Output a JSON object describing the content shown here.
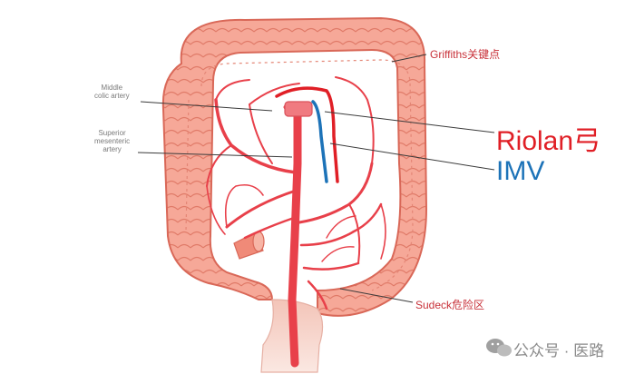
{
  "labels": {
    "middle_colic": [
      "Middle",
      "colic artery"
    ],
    "superior_mesenteric": [
      "Superior",
      "mesenteric",
      "artery"
    ],
    "griffiths": "Griffiths关键点",
    "riolan": "Riolan弓",
    "imv": "IMV",
    "sudeck": "Sudeck危险区"
  },
  "watermark": {
    "text": "公众号 · 医路",
    "icon": "wechat-icon"
  },
  "colors": {
    "colon_fill": "#f29a88",
    "colon_edge": "#e0705f",
    "artery": "#e8404a",
    "riolan_arc": "#e01f26",
    "imv_vein": "#1d73b8",
    "leader": "#3a3a3a"
  }
}
